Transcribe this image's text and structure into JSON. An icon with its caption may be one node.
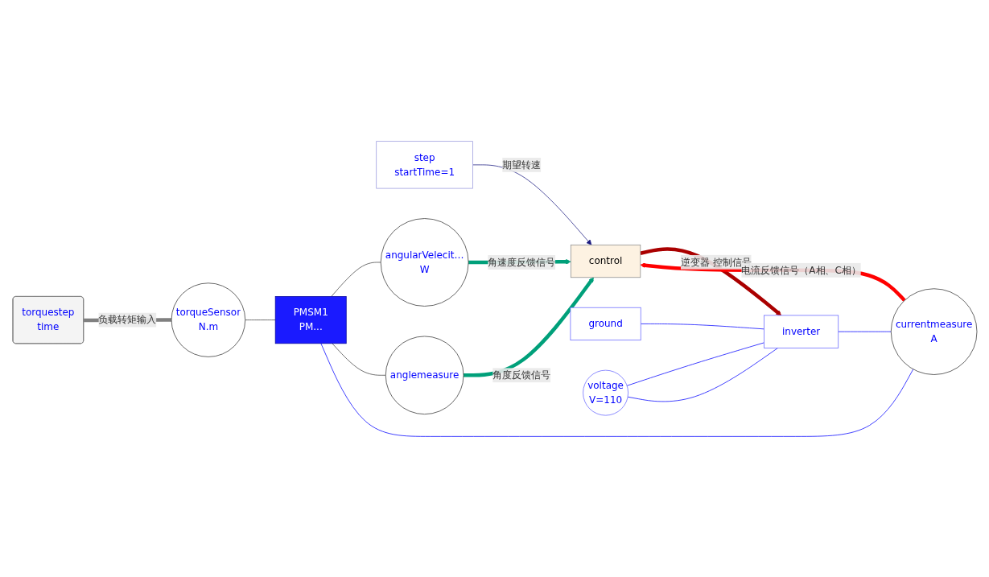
{
  "diagram": {
    "nodes": [
      {
        "text": [
          "torquestep",
          "time"
        ]
      },
      {
        "text": [
          "torqueSensor",
          "N.m"
        ]
      },
      {
        "text": [
          "step",
          "startTime=1"
        ]
      },
      {
        "text": [
          "control"
        ]
      },
      {
        "text": [
          "inverter"
        ]
      },
      {
        "text": [
          "ground"
        ]
      },
      {
        "text": [
          "voltage",
          "V=110"
        ]
      },
      {
        "text": [
          "currentmeasure",
          "A"
        ]
      },
      {
        "text": [
          "PMSM1",
          "PM..."
        ]
      },
      {
        "text": [
          "angularVelecit…",
          "W"
        ]
      },
      {
        "text": [
          "anglemeasure"
        ]
      }
    ],
    "edges": [
      {
        "from": 0,
        "to": 1,
        "arrow": "none",
        "label": "负载转矩输入",
        "style": "thick",
        "color": "#808080"
      },
      {
        "from": 1,
        "to": 8,
        "arrow": "none",
        "color": "#404040"
      },
      {
        "from": 2,
        "to": 3,
        "arrow": "to",
        "label": "期望转速",
        "color": "#1a1a80"
      },
      {
        "from": 3,
        "to": 4,
        "arrow": "to",
        "label": "逆变器 控制信号",
        "style": "thick",
        "color": "#aa0000"
      },
      {
        "from": 4,
        "to": 7,
        "arrow": "none",
        "color": "#0000ff"
      },
      {
        "from": 7,
        "to": 8,
        "arrow": "none",
        "color": "#0000ff"
      },
      {
        "from": 5,
        "to": 4,
        "arrow": "none",
        "color": "#0000ff"
      },
      {
        "from": 6,
        "to": 4,
        "arrow": "none",
        "color": "#0000ff"
      },
      {
        "from": 6,
        "to": 4,
        "arrow": "none",
        "color": "#0000ff"
      },
      {
        "from": 7,
        "to": 3,
        "arrow": "to",
        "label": "电流反馈信号（A相、C相）",
        "style": "thick",
        "color": "#ff0000"
      },
      {
        "from": 8,
        "to": 9,
        "arrow": "none",
        "color": "#404040"
      },
      {
        "from": 8,
        "to": 10,
        "arrow": "none",
        "color": "#404040"
      },
      {
        "from": 9,
        "to": 3,
        "arrow": "to",
        "label": "角速度反馈信号",
        "style": "thick",
        "color": "#00a07a"
      },
      {
        "from": 10,
        "to": 3,
        "arrow": "to",
        "label": "角度反馈信号",
        "style": "thick",
        "color": "#00a07a"
      }
    ]
  }
}
